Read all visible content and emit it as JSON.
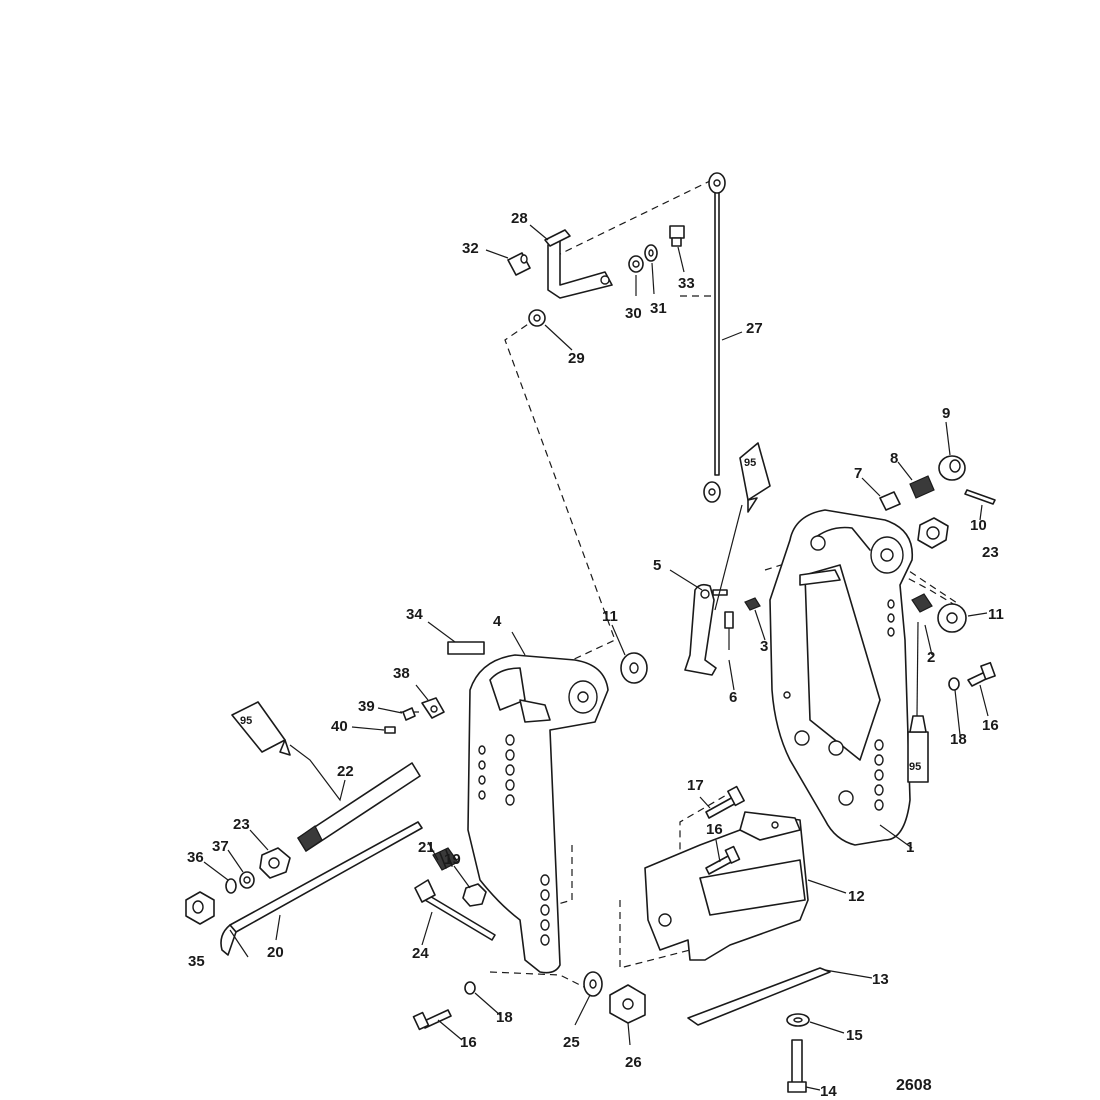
{
  "figure_number": "2608",
  "callouts": {
    "c1": "1",
    "c2": "2",
    "c3": "3",
    "c4": "4",
    "c5": "5",
    "c6": "6",
    "c7": "7",
    "c8": "8",
    "c9": "9",
    "c10": "10",
    "c11a": "11",
    "c11b": "11",
    "c12": "12",
    "c13": "13",
    "c14": "14",
    "c15": "15",
    "c16a": "16",
    "c16b": "16",
    "c16c": "16",
    "c17": "17",
    "c18a": "18",
    "c18b": "18",
    "c19": "19",
    "c20": "20",
    "c21": "21",
    "c22": "22",
    "c23a": "23",
    "c23b": "23",
    "c24": "24",
    "c25": "25",
    "c26": "26",
    "c27": "27",
    "c28": "28",
    "c29": "29",
    "c30": "30",
    "c31": "31",
    "c32": "32",
    "c33": "33",
    "c34": "34",
    "c35": "35",
    "c36": "36",
    "c37": "37",
    "c38": "38",
    "c39": "39",
    "c40": "40"
  },
  "lubricant_tubes": {
    "t1": "95",
    "t2": "95",
    "t3": "95"
  }
}
